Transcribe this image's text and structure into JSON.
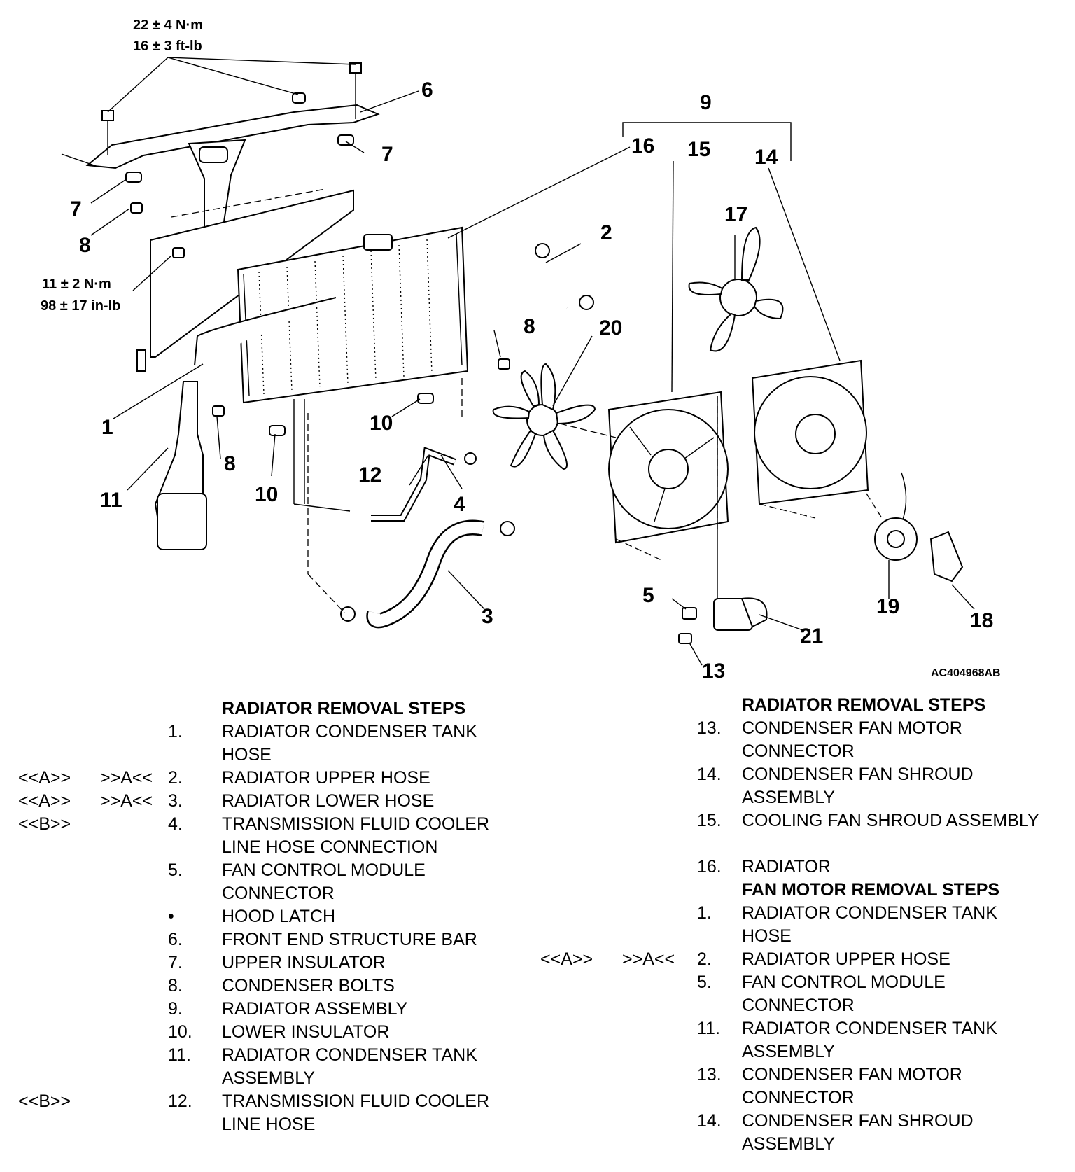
{
  "figure_id": "AC404968AB",
  "torques": {
    "upper_bar": [
      "22 ± 4 N·m",
      "16 ± 3 ft-lb"
    ],
    "condenser": [
      "11 ± 2 N·m",
      "98 ± 17 in-lb"
    ]
  },
  "callouts": {
    "c1": "1",
    "c2": "2",
    "c3": "3",
    "c4": "4",
    "c5": "5",
    "c6": "6",
    "c7a": "7",
    "c7b": "7",
    "c8a": "8",
    "c8b": "8",
    "c8c": "8",
    "c9": "9",
    "c10a": "10",
    "c10b": "10",
    "c11": "11",
    "c12": "12",
    "c13": "13",
    "c14": "14",
    "c15": "15",
    "c16": "16",
    "c17": "17",
    "c18": "18",
    "c19": "19",
    "c20": "20",
    "c21": "21"
  },
  "left_list": {
    "title": "RADIATOR REMOVAL STEPS",
    "items": [
      {
        "c1": "",
        "c2": "",
        "num": "1.",
        "text": "RADIATOR CONDENSER TANK HOSE"
      },
      {
        "c1": "<<A>>",
        "c2": ">>A<<",
        "num": "2.",
        "text": "RADIATOR UPPER HOSE"
      },
      {
        "c1": "<<A>>",
        "c2": ">>A<<",
        "num": "3.",
        "text": "RADIATOR LOWER HOSE"
      },
      {
        "c1": "<<B>>",
        "c2": "",
        "num": "4.",
        "text": "TRANSMISSION FLUID COOLER LINE HOSE CONNECTION"
      },
      {
        "c1": "",
        "c2": "",
        "num": "5.",
        "text": "FAN CONTROL MODULE CONNECTOR"
      },
      {
        "c1": "",
        "c2": "",
        "num": "•",
        "text": "HOOD LATCH"
      },
      {
        "c1": "",
        "c2": "",
        "num": "6.",
        "text": "FRONT END STRUCTURE BAR"
      },
      {
        "c1": "",
        "c2": "",
        "num": "7.",
        "text": "UPPER INSULATOR"
      },
      {
        "c1": "",
        "c2": "",
        "num": "8.",
        "text": "CONDENSER BOLTS"
      },
      {
        "c1": "",
        "c2": "",
        "num": "9.",
        "text": "RADIATOR ASSEMBLY"
      },
      {
        "c1": "",
        "c2": "",
        "num": "10.",
        "text": "LOWER INSULATOR"
      },
      {
        "c1": "",
        "c2": "",
        "num": "11.",
        "text": "RADIATOR CONDENSER TANK ASSEMBLY"
      },
      {
        "c1": "<<B>>",
        "c2": "",
        "num": "12.",
        "text": "TRANSMISSION FLUID COOLER LINE HOSE"
      }
    ]
  },
  "right_list": {
    "title": "RADIATOR REMOVAL STEPS",
    "items": [
      {
        "c1": "",
        "c2": "",
        "num": "13.",
        "text": "CONDENSER FAN MOTOR CONNECTOR"
      },
      {
        "c1": "",
        "c2": "",
        "num": "14.",
        "text": "CONDENSER FAN SHROUD ASSEMBLY"
      },
      {
        "c1": "",
        "c2": "",
        "num": "15.",
        "text": "COOLING FAN SHROUD ASSEMBLY"
      },
      {
        "c1": "",
        "c2": "",
        "num": "16.",
        "text": "RADIATOR"
      }
    ],
    "title2": "FAN MOTOR REMOVAL STEPS",
    "items2": [
      {
        "c1": "",
        "c2": "",
        "num": "1.",
        "text": "RADIATOR CONDENSER TANK HOSE"
      },
      {
        "c1": "<<A>>",
        "c2": ">>A<<",
        "num": "2.",
        "text": "RADIATOR UPPER HOSE"
      },
      {
        "c1": "",
        "c2": "",
        "num": "5.",
        "text": "FAN CONTROL MODULE CONNECTOR"
      },
      {
        "c1": "",
        "c2": "",
        "num": "11.",
        "text": "RADIATOR CONDENSER TANK ASSEMBLY"
      },
      {
        "c1": "",
        "c2": "",
        "num": "13.",
        "text": "CONDENSER FAN MOTOR CONNECTOR"
      },
      {
        "c1": "",
        "c2": "",
        "num": "14.",
        "text": "CONDENSER FAN SHROUD ASSEMBLY"
      }
    ]
  }
}
